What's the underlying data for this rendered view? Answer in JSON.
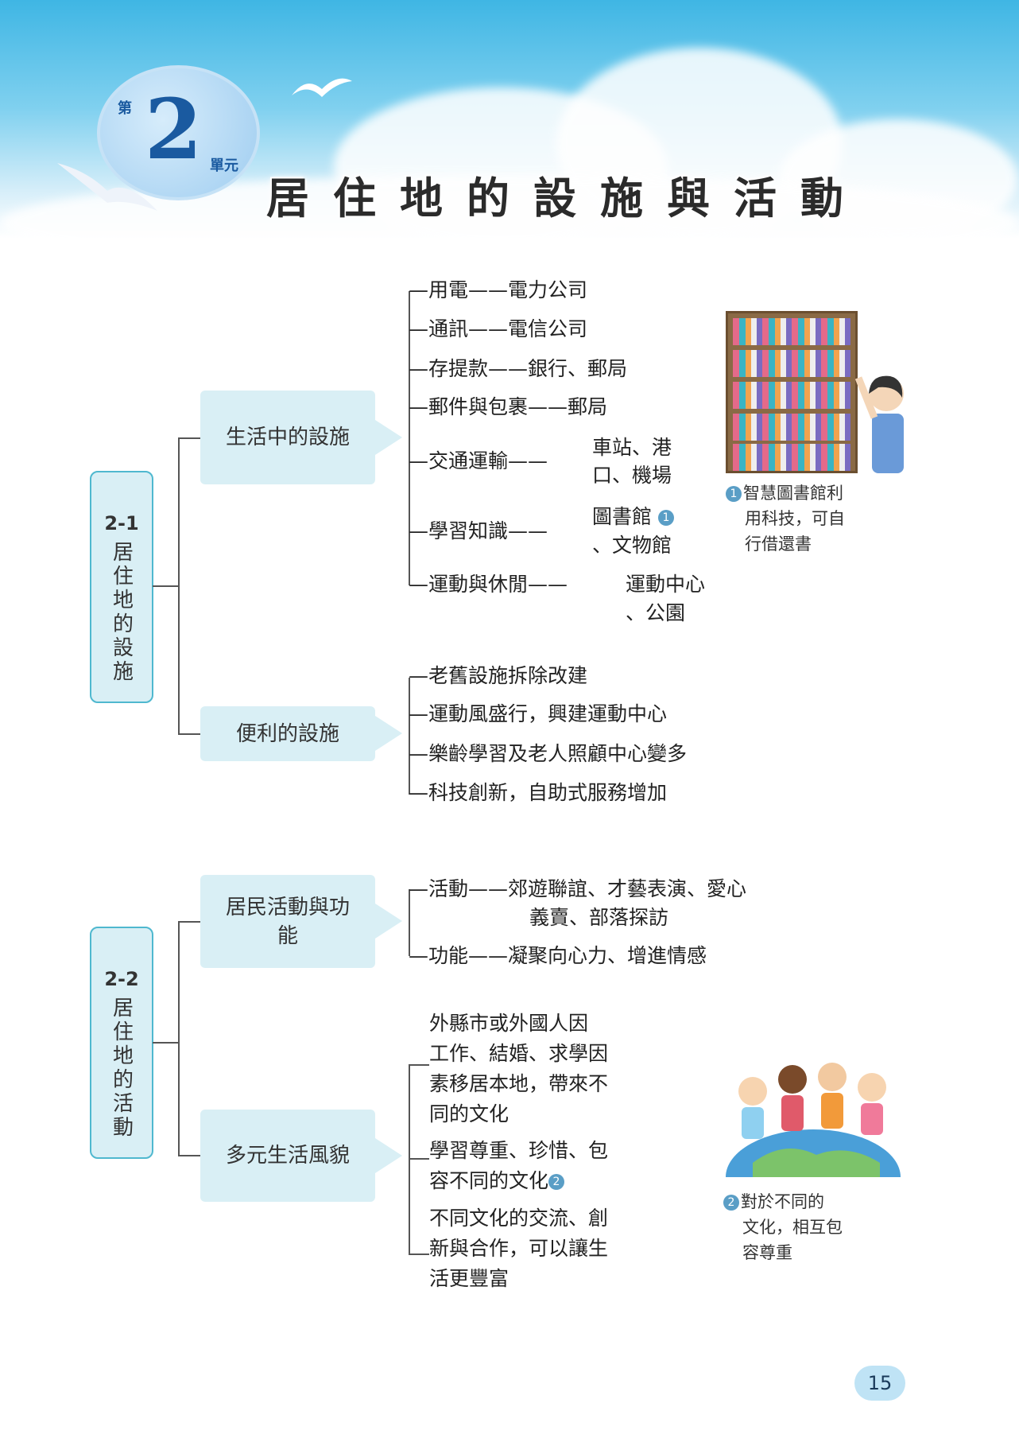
{
  "header": {
    "unit_prefix": "第",
    "unit_number": "2",
    "unit_suffix": "單元",
    "title": "居住地的設施與活動"
  },
  "section1": {
    "code": "2-1",
    "title": "居住地的設施",
    "topic1": {
      "label": "生活中的設施",
      "items": [
        "用電——電力公司",
        "通訊——電信公司",
        "存提款——銀行、郵局",
        "郵件與包裹——郵局"
      ],
      "transport": {
        "label": "交通運輸——",
        "value_line1": "車站、港",
        "value_line2": "口、機場"
      },
      "learning": {
        "label": "學習知識——",
        "value_line1": "圖書館",
        "marker": "1",
        "value_line2": "、文物館"
      },
      "sports": {
        "label": "運動與休閒——",
        "value_line1": "運動中心",
        "value_line2": "、公園"
      }
    },
    "caption1": {
      "marker": "1",
      "lines": [
        "智慧圖書館利",
        "用科技，可自",
        "行借還書"
      ]
    },
    "topic2": {
      "label": "便利的設施",
      "items": [
        "老舊設施拆除改建",
        "運動風盛行，興建運動中心",
        "樂齡學習及老人照顧中心變多",
        "科技創新，自助式服務增加"
      ]
    }
  },
  "section2": {
    "code": "2-2",
    "title": "居住地的活動",
    "topic1": {
      "label": "居民活動與功能",
      "activity_label": "活動——",
      "activity_line1": "郊遊聯誼、才藝表演、愛心",
      "activity_line2": "義賣、部落探訪",
      "function": "功能——凝聚向心力、增進情感"
    },
    "topic2": {
      "label": "多元生活風貌",
      "para1": [
        "外縣市或外國人因",
        "工作、結婚、求學因",
        "素移居本地，帶來不",
        "同的文化"
      ],
      "para2_line1": "學習尊重、珍惜、包",
      "para2_line2": "容不同的文化",
      "para2_marker": "2",
      "para3": [
        "不同文化的交流、創",
        "新與合作，可以讓生",
        "活更豐富"
      ]
    },
    "caption2": {
      "marker": "2",
      "lines": [
        "對於不同的",
        "文化，相互包",
        "容尊重"
      ]
    }
  },
  "page_number": "15"
}
